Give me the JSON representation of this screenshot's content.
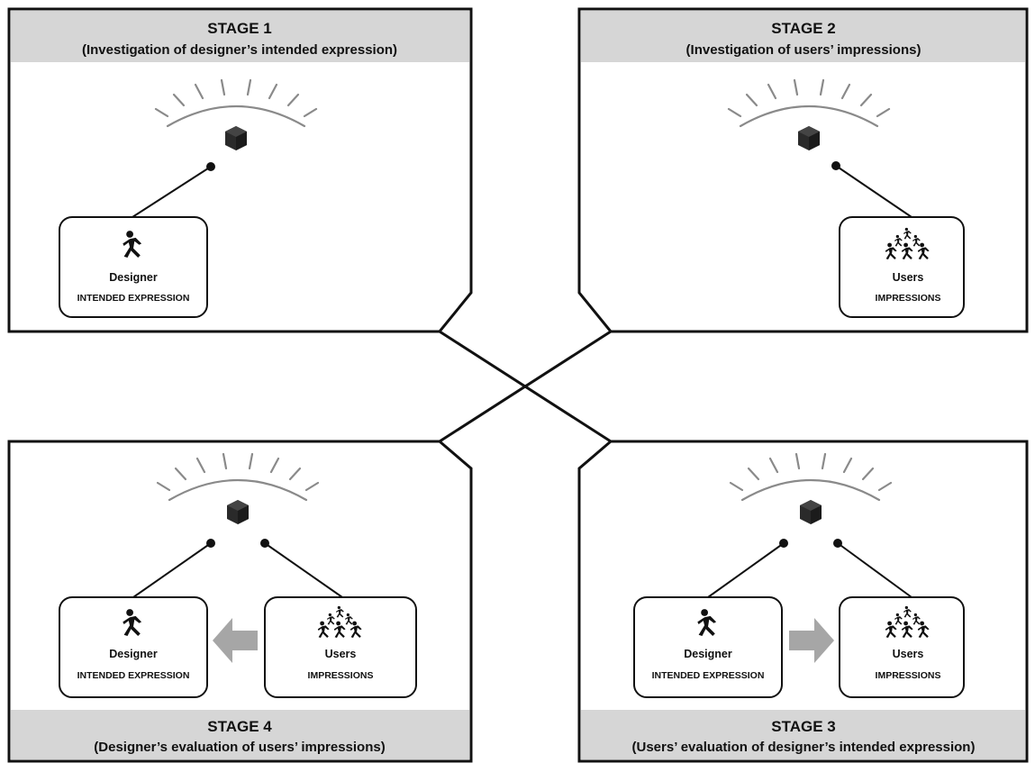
{
  "stages": {
    "s1": {
      "title": "STAGE 1",
      "subtitle": "(Investigation of designer’s intended expression)"
    },
    "s2": {
      "title": "STAGE 2",
      "subtitle": "(Investigation of users’ impressions)"
    },
    "s3": {
      "title": "STAGE 3",
      "subtitle": "(Users’ evaluation of designer’s intended expression)"
    },
    "s4": {
      "title": "STAGE 4",
      "subtitle": "(Designer’s evaluation of users’ impressions)"
    }
  },
  "labels": {
    "designer": "Designer",
    "designer_role": "INTENDED EXPRESSION",
    "users": "Users",
    "users_role": "IMPRESSIONS"
  },
  "colors": {
    "band": "#d6d6d6",
    "border": "#111111",
    "arc": "#8a8a8a",
    "arrow": "#a6a6a6",
    "cube": "#2a2a2a"
  },
  "icons": [
    "designer-figure-icon",
    "users-group-icon",
    "product-cube-icon",
    "left-arrow-icon",
    "right-arrow-icon"
  ]
}
